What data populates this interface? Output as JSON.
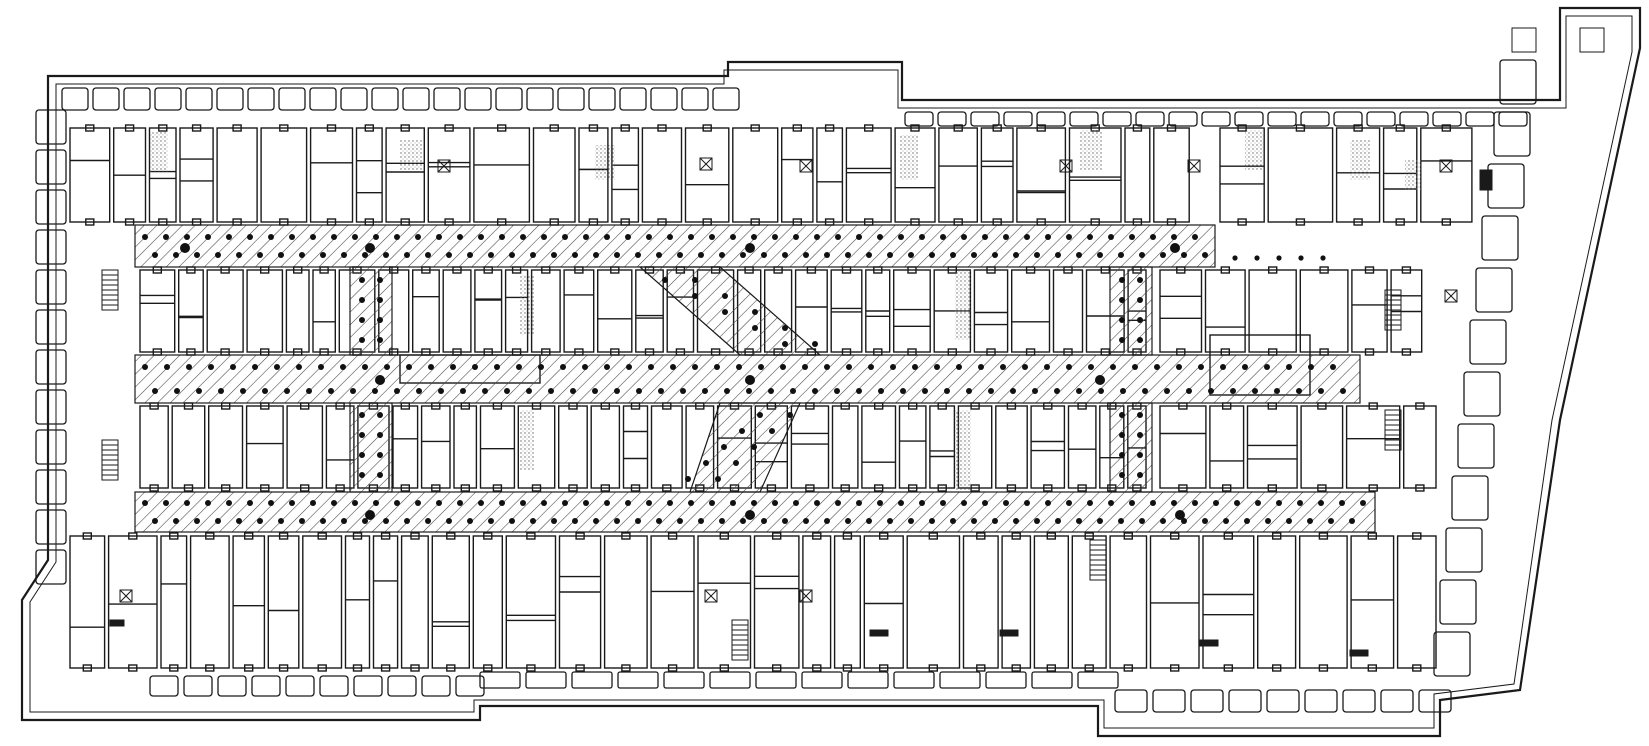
{
  "diagram": {
    "kind": "architectural-floor-plan",
    "background_color": "#ffffff",
    "ink_color": "#1a1a1a",
    "column_color": "#111111",
    "hatch_color": "#444444",
    "stipple_color": "#666666",
    "corridor_rows": 2,
    "corridor_columns": 1,
    "column_dot_style": "filled-circle",
    "circulation_fill": "diagonal-hatch",
    "labels": []
  }
}
